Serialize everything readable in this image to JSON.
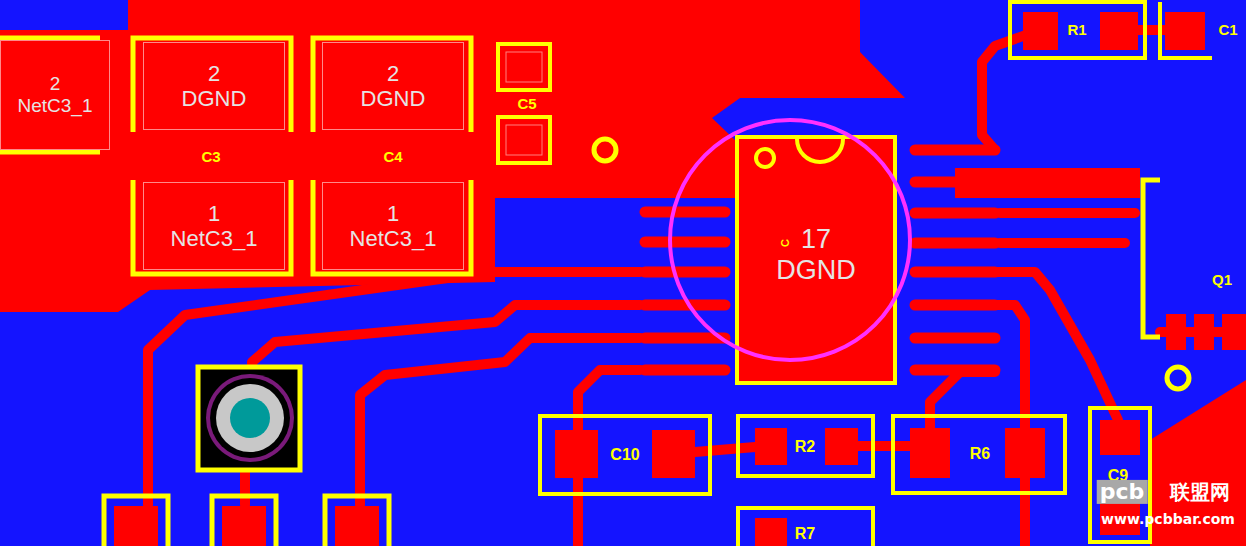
{
  "diagram": {
    "nodes": [
      {
        "text": [
          "2",
          "NetC3_1"
        ]
      },
      {
        "text": [
          "2",
          "DGND"
        ]
      },
      {
        "text": [
          "2",
          "DGND"
        ]
      },
      {
        "text": [
          "1",
          "NetC3_1"
        ]
      },
      {
        "text": [
          "1",
          "NetC3_1"
        ]
      },
      {
        "text": [
          "17",
          "DGND"
        ]
      }
    ],
    "labels": [
      "C3",
      "C4",
      "C5",
      "R1",
      "C1",
      "Q1",
      "C10",
      "R2",
      "R6",
      "C9",
      "R7",
      "C",
      "pcb",
      "联盟网",
      "www.pcbbar.com"
    ]
  }
}
